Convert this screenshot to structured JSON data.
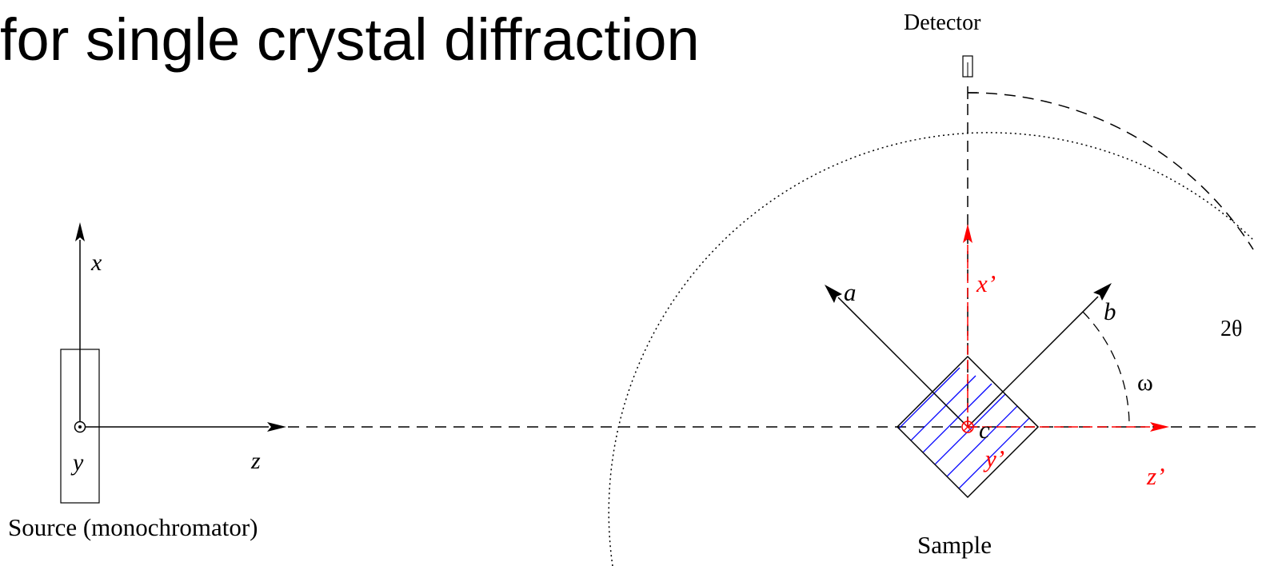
{
  "title": "for single crystal diffraction",
  "labels": {
    "detector": "Detector",
    "source": "Source (monochromator)",
    "sample": "Sample",
    "x": "x",
    "y": "y",
    "z": "z",
    "x_prime": "x’",
    "y_prime": "y’",
    "z_prime": "z’",
    "a": "a",
    "b": "b",
    "c": "c",
    "omega": "ω",
    "two_theta": "2θ"
  },
  "colors": {
    "ink": "#000000",
    "primed_axes": "#ff0000",
    "hatch": "#0000ff"
  }
}
